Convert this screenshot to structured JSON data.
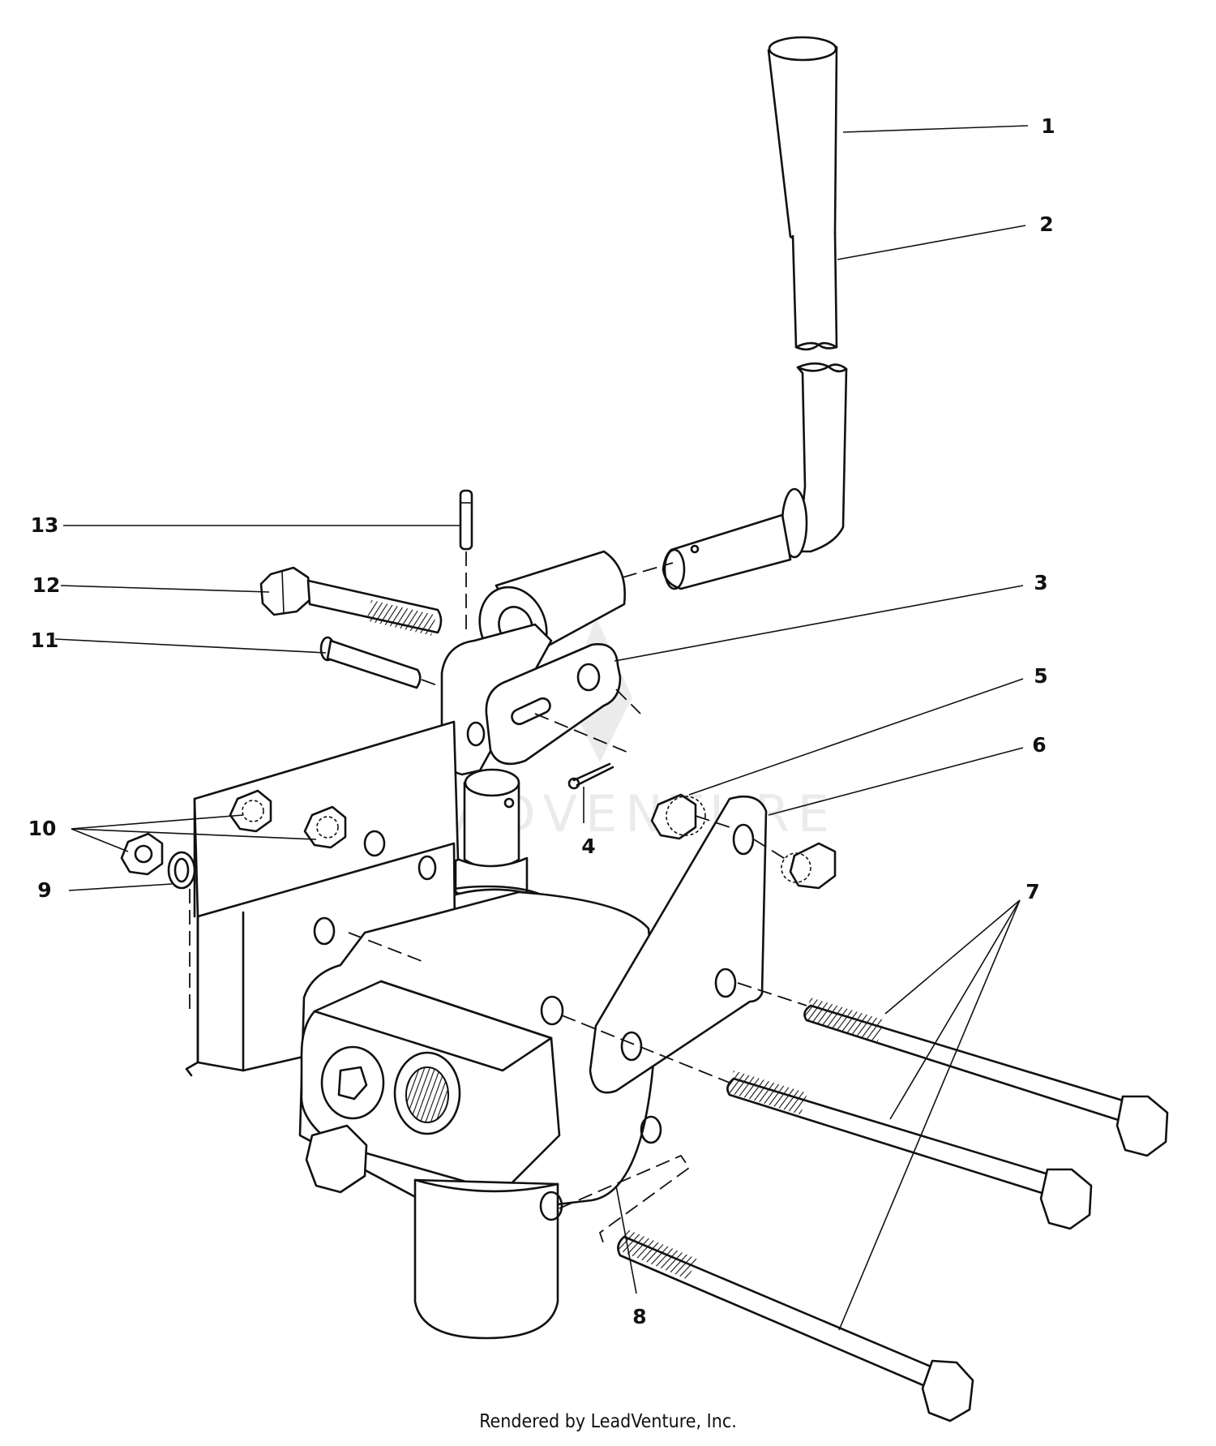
{
  "callouts": {
    "c1": "1",
    "c2": "2",
    "c3": "3",
    "c4": "4",
    "c5": "5",
    "c6": "6",
    "c7": "7",
    "c8": "8",
    "c9": "9",
    "c10": "10",
    "c11": "11",
    "c12": "12",
    "c13": "13"
  },
  "watermark": "LEADVENTURE",
  "footer": "Rendered by LeadVenture, Inc."
}
